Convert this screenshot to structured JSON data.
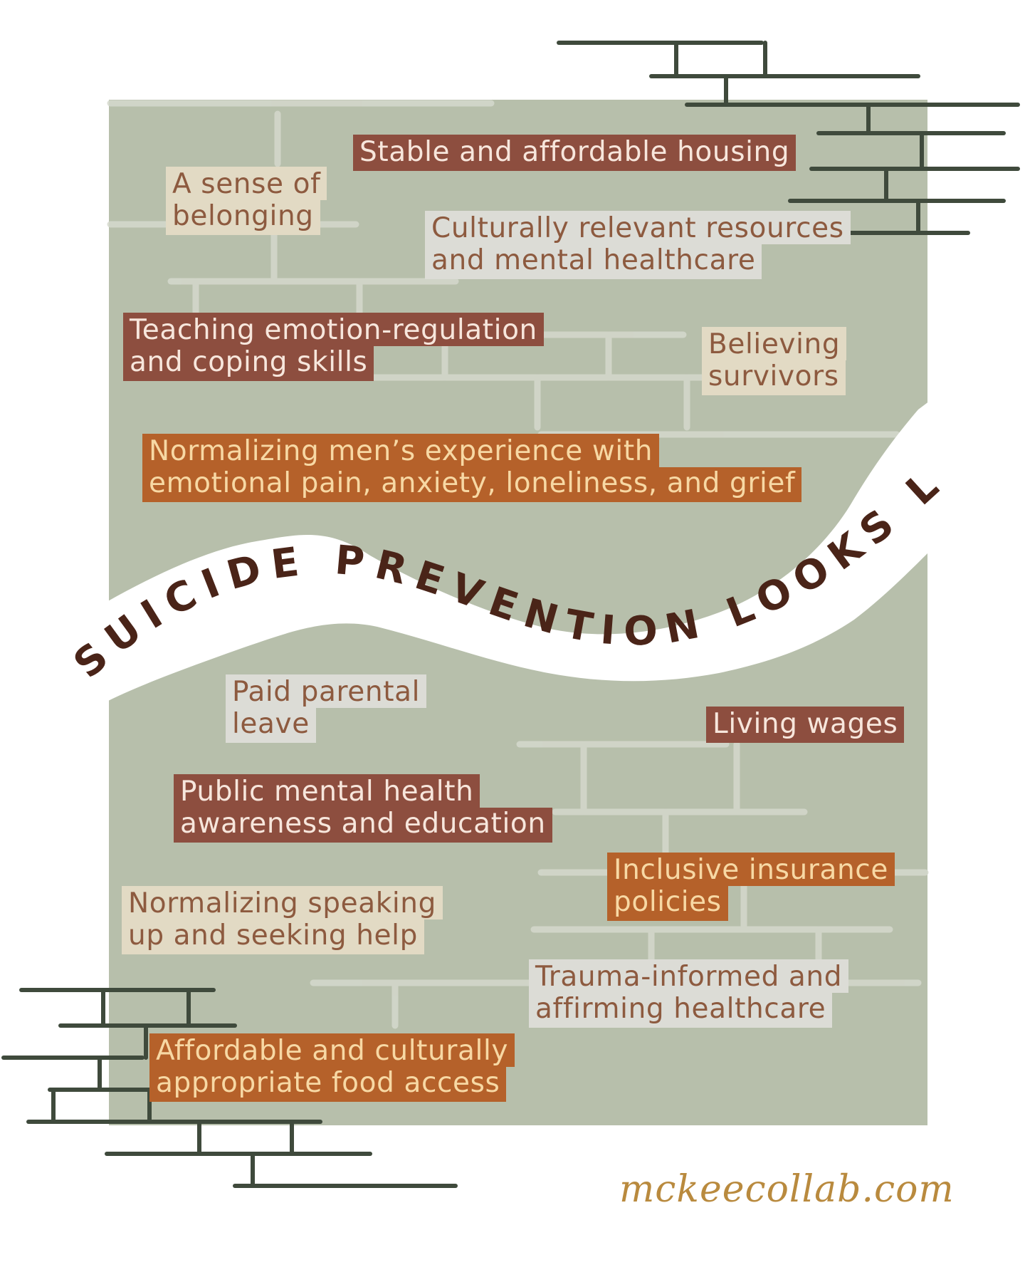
{
  "title": "SUICIDE PREVENTION LOOKS LIKE",
  "items": [
    {
      "lines": [
        "Stable and affordable housing"
      ],
      "tone": "rust"
    },
    {
      "lines": [
        "A sense of",
        "belonging"
      ],
      "tone": "cream"
    },
    {
      "lines": [
        "Culturally relevant resources",
        "and mental healthcare"
      ],
      "tone": "grey"
    },
    {
      "lines": [
        "Teaching emotion-regulation",
        "and coping skills"
      ],
      "tone": "rust"
    },
    {
      "lines": [
        "Believing",
        "survivors"
      ],
      "tone": "cream"
    },
    {
      "lines": [
        "Normalizing men’s experience with",
        "emotional pain, anxiety, loneliness, and grief"
      ],
      "tone": "orange"
    },
    {
      "lines": [
        "Paid parental",
        "leave"
      ],
      "tone": "grey"
    },
    {
      "lines": [
        "Living wages"
      ],
      "tone": "rust"
    },
    {
      "lines": [
        "Public mental health",
        "awareness and education"
      ],
      "tone": "rust"
    },
    {
      "lines": [
        "Inclusive insurance",
        "policies"
      ],
      "tone": "orange"
    },
    {
      "lines": [
        "Normalizing speaking",
        "up and seeking help"
      ],
      "tone": "cream"
    },
    {
      "lines": [
        "Trauma-informed and",
        "affirming healthcare"
      ],
      "tone": "grey"
    },
    {
      "lines": [
        "Affordable and culturally",
        "appropriate food access"
      ],
      "tone": "orange"
    }
  ],
  "footer": {
    "url": "mckeecollab.com"
  },
  "colors": {
    "panel": "#b7bfab",
    "rust": "#8d4e3f",
    "orange": "#b5612a",
    "cream": "#e2dac4",
    "grey": "#dcdcd6",
    "title": "#4a2418",
    "brick_lines": "#3f4a3c",
    "url": "#b98a3e"
  }
}
